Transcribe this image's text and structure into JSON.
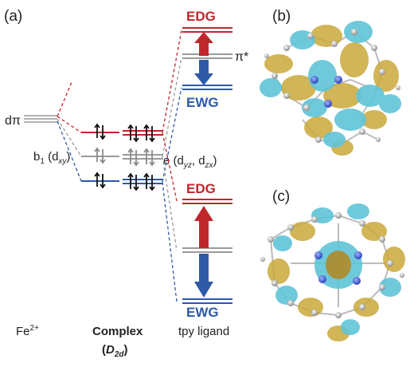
{
  "panels": {
    "a": "(a)",
    "b": "(b)",
    "c": "(c)"
  },
  "labels": {
    "d_pi": "dπ",
    "b1_main": "b",
    "b1_sub": "1",
    "b1_paren_open": " (d",
    "b1_orbital_sub": "xy",
    "b1_paren_close": ")",
    "e_main": "e (d",
    "e_sub1": "yz",
    "e_comma": ", d",
    "e_sub2": "zx",
    "e_paren_close": ")",
    "pi_star": "π*",
    "edg_top": "EDG",
    "ewg_top": "EWG",
    "edg_bottom": "EDG",
    "ewg_bottom": "EWG"
  },
  "columns": {
    "fe_main": "Fe",
    "fe_charge": "2+",
    "complex": "Complex",
    "complex_sym_open": "(",
    "complex_sym_d": "D",
    "complex_sym_sub": "2d",
    "complex_sym_close": ")",
    "ligand": "tpy ligand"
  },
  "colors": {
    "edg": "#c0272d",
    "ewg": "#2e5aa7",
    "neutral": "#9a9a9a",
    "orbital_yellow": "#c9a93a",
    "orbital_cyan": "#5fc4d8"
  }
}
